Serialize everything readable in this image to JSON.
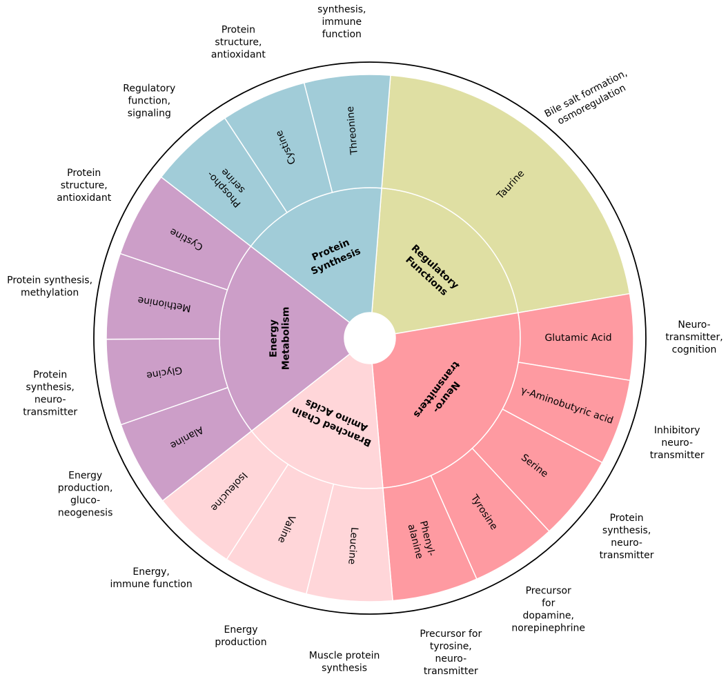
{
  "chart_data": {
    "type": "sunburst",
    "categories": [
      {
        "name": "Regulatory\nFunctions",
        "color": "#dfdfa3",
        "children": [
          {
            "name": "Taurine",
            "value": 4,
            "function": "Bile salt formation,\nosmoregulation"
          }
        ]
      },
      {
        "name": "Neuro-\ntransmitters",
        "color": "#fe9aa1",
        "children": [
          {
            "name": "Glutamic Acid",
            "value": 1,
            "function": "Neuro-\ntransmitter,\ncognition"
          },
          {
            "name": "γ-Aminobutyric acid",
            "value": 1,
            "function": "Inhibitory\nneuro-\ntransmitter"
          },
          {
            "name": "Serine",
            "value": 1,
            "function": "Protein\nsynthesis,\nneuro-\ntransmitter"
          },
          {
            "name": "Tyrosine",
            "value": 1,
            "function": "Precursor\nfor\ndopamine,\nnorepinephrine"
          },
          {
            "name": "Phenyl-\nalanine",
            "value": 1,
            "function": "Precursor for\ntyrosine,\nneuro-\ntransmitter"
          }
        ]
      },
      {
        "name": "Branched Chain\nAmino Acids",
        "color": "#ffd6d9",
        "children": [
          {
            "name": "Leucine",
            "value": 1,
            "function": "Muscle protein\nsynthesis"
          },
          {
            "name": "Valine",
            "value": 1,
            "function": "Energy\nproduction"
          },
          {
            "name": "Isoleucine",
            "value": 1,
            "function": "Energy,\nimmune function"
          }
        ]
      },
      {
        "name": "Energy\nMetabolism",
        "color": "#cc9ec8",
        "children": [
          {
            "name": "Alanine",
            "value": 1,
            "function": "Energy\nproduction,\ngluco-\nneogenesis"
          },
          {
            "name": "Glycine",
            "value": 1,
            "function": "Protein\nsynthesis,\nneuro-\ntransmitter"
          },
          {
            "name": "Methionine",
            "value": 1,
            "function": "Protein synthesis,\nmethylation"
          },
          {
            "name": "Cystine",
            "value": 1,
            "function": "Protein\nstructure,\nantioxidant"
          }
        ]
      },
      {
        "name": "Protein\nSynthesis",
        "color": "#a1ccd8",
        "children": [
          {
            "name": "Phospho-\nserine",
            "value": 1,
            "function": "Regulatory\nfunction,\nsignaling"
          },
          {
            "name": "Cystine",
            "value": 1,
            "function": "Protein\nstructure,\nantioxidant"
          },
          {
            "name": "Threonine",
            "value": 1,
            "function": "Protein\nsynthesis,\nimmune\nfunction"
          }
        ]
      }
    ]
  }
}
